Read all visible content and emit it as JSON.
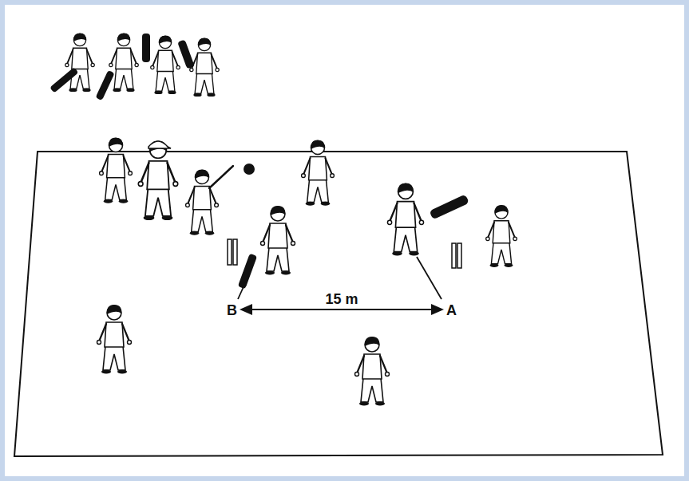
{
  "diagram": {
    "labels": [
      "B",
      "15 m",
      "A"
    ]
  }
}
